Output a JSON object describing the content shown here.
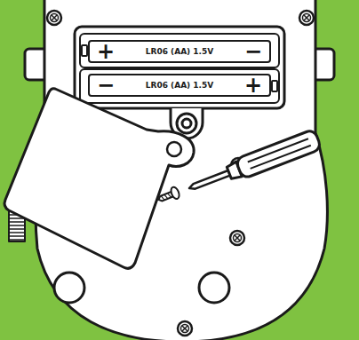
{
  "diagram": {
    "nodes": [
      {
        "text": [
          "+",
          "LR06 (AA) 1.5V",
          "−"
        ]
      },
      {
        "text": [
          "−",
          "LR06 (AA) 1.5V",
          "+"
        ]
      }
    ]
  }
}
